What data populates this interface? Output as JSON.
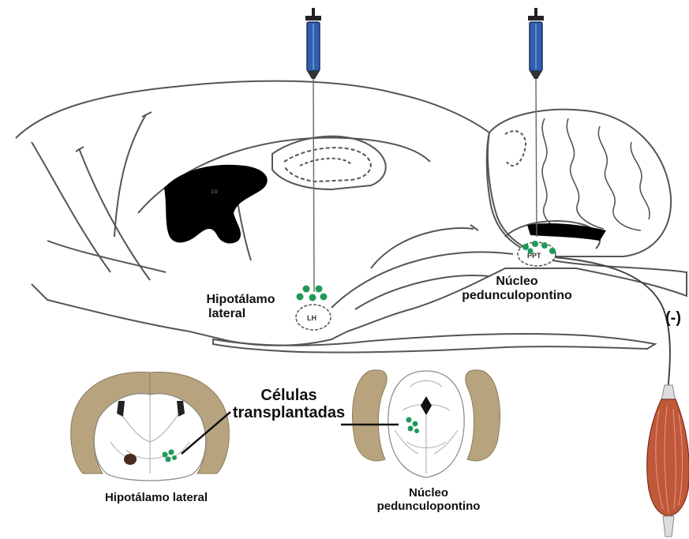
{
  "labels": {
    "lh_sagittal": [
      "Hipotálamo",
      "lateral"
    ],
    "ppt_sagittal": [
      "Núcleo",
      "pedunculopontino"
    ],
    "cells": [
      "Células",
      "transplantadas"
    ],
    "lh_coronal": "Hipotálamo lateral",
    "ppt_coronal": [
      "Núcleo",
      "pedunculopontino"
    ],
    "inhibition": "(-)"
  },
  "region_tags": {
    "lh": "LH",
    "ppt": "PPT",
    "ventricle": "LV"
  },
  "colors": {
    "cells": "#1f9a5a",
    "ventricle": "#000000",
    "cortex_tan": "#b7a47e",
    "syringe_blue": "#2f5fae",
    "muscle": "#c0583a",
    "outline": "#555555"
  }
}
